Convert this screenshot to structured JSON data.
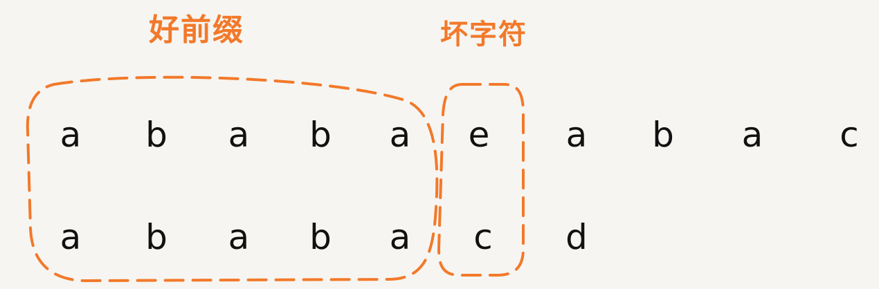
{
  "labels": {
    "good_prefix": "好前缀",
    "bad_char": "坏字符"
  },
  "main_string": [
    "a",
    "b",
    "a",
    "b",
    "a",
    "e",
    "a",
    "b",
    "a",
    "c"
  ],
  "pattern_string": [
    "a",
    "b",
    "a",
    "b",
    "a",
    "c",
    "d"
  ],
  "colors": {
    "accent": "#f2792a",
    "text": "#111111",
    "background": "#f6f5f1"
  }
}
